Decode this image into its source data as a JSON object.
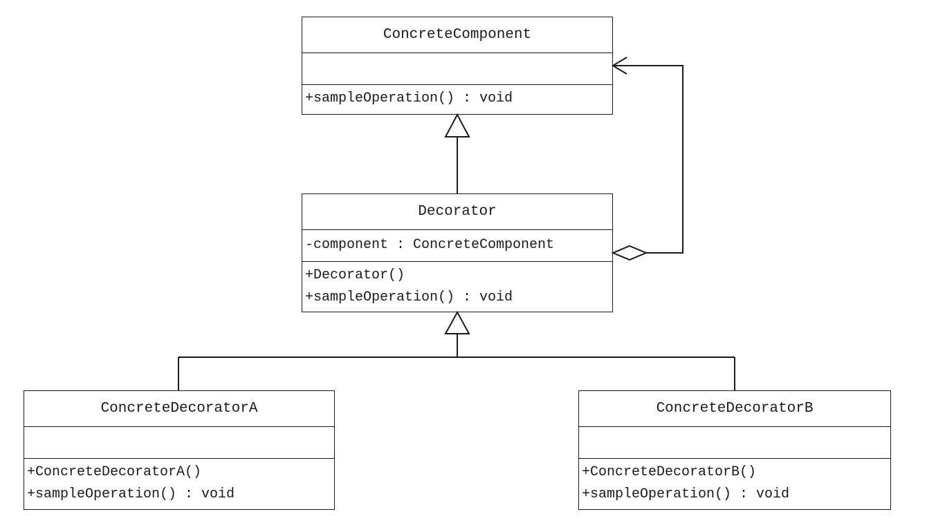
{
  "classes": {
    "concrete_component": {
      "name": "ConcreteComponent",
      "attributes": [],
      "operations": [
        "+sampleOperation() : void"
      ]
    },
    "decorator": {
      "name": "Decorator",
      "attributes": [
        "-component : ConcreteComponent"
      ],
      "operations": [
        "+Decorator()",
        "+sampleOperation() : void"
      ]
    },
    "concrete_decorator_a": {
      "name": "ConcreteDecoratorA",
      "attributes": [],
      "operations": [
        "+ConcreteDecoratorA()",
        "+sampleOperation() : void"
      ]
    },
    "concrete_decorator_b": {
      "name": "ConcreteDecoratorB",
      "attributes": [],
      "operations": [
        "+ConcreteDecoratorB()",
        "+sampleOperation() : void"
      ]
    }
  },
  "relationships": [
    {
      "type": "generalization",
      "from": "Decorator",
      "to": "ConcreteComponent"
    },
    {
      "type": "generalization",
      "from": "ConcreteDecoratorA",
      "to": "Decorator"
    },
    {
      "type": "generalization",
      "from": "ConcreteDecoratorB",
      "to": "Decorator"
    },
    {
      "type": "aggregation",
      "whole": "Decorator",
      "part": "ConcreteComponent",
      "navigable_toward": "ConcreteComponent"
    }
  ],
  "colors": {
    "line": "#1a1a1a",
    "background": "#ffffff"
  }
}
